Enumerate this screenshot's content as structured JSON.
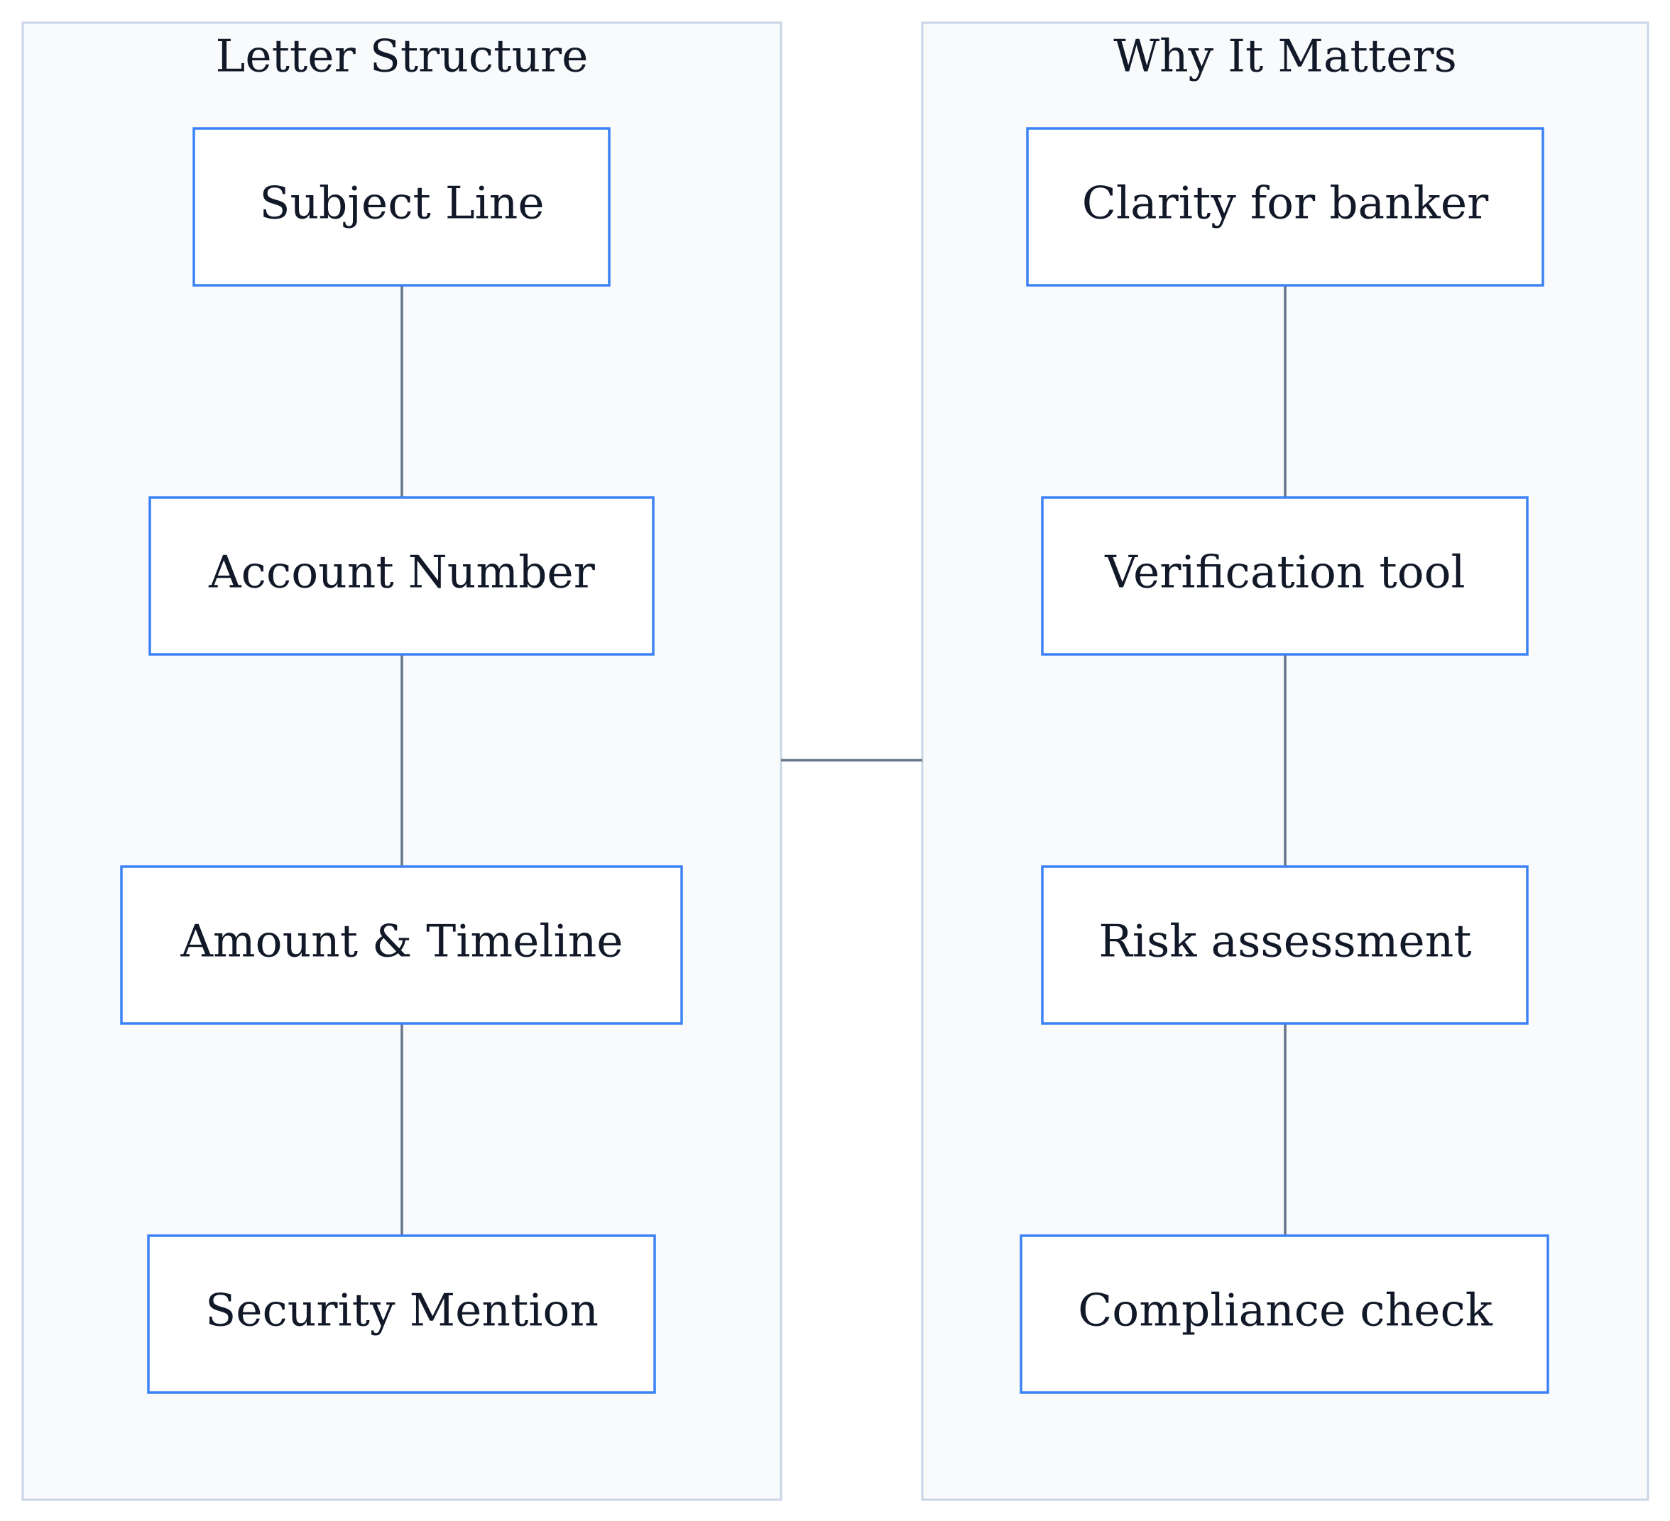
{
  "colors": {
    "cluster_fill": "#f8fafc",
    "cluster_border": "#c9d5e6",
    "node_border": "#3b82f6",
    "edge": "#64748b",
    "text": "#111827"
  },
  "clusters": {
    "left": {
      "title": "Letter Structure",
      "nodes": [
        "Subject Line",
        "Account Number",
        "Amount & Timeline",
        "Security Mention"
      ]
    },
    "right": {
      "title": "Why It Matters",
      "nodes": [
        "Clarity for banker",
        "Verification tool",
        "Risk assessment",
        "Compliance check"
      ]
    }
  },
  "edges": [
    {
      "from": "Subject Line",
      "to": "Account Number"
    },
    {
      "from": "Account Number",
      "to": "Amount & Timeline"
    },
    {
      "from": "Amount & Timeline",
      "to": "Security Mention"
    },
    {
      "from": "Clarity for banker",
      "to": "Verification tool"
    },
    {
      "from": "Verification tool",
      "to": "Risk assessment"
    },
    {
      "from": "Risk assessment",
      "to": "Compliance check"
    },
    {
      "from": "Letter Structure",
      "to": "Why It Matters"
    }
  ]
}
